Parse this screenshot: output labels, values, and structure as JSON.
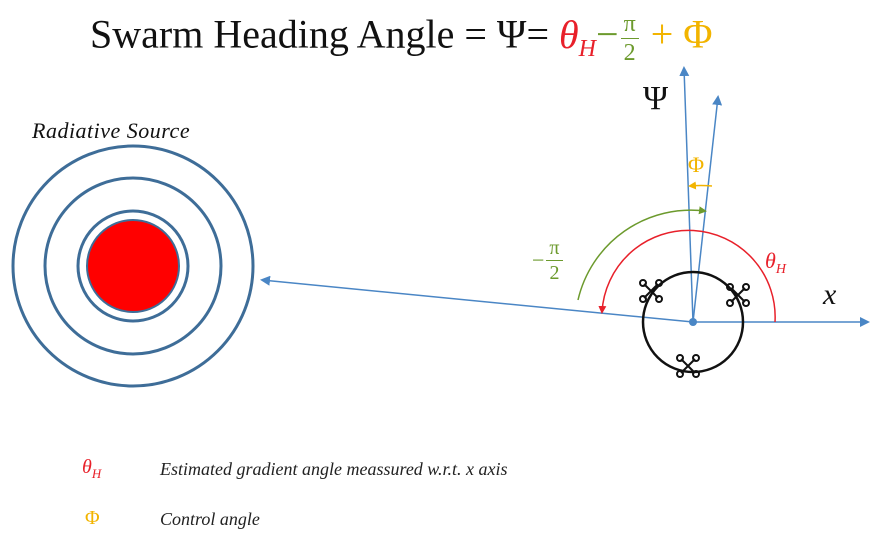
{
  "title": {
    "text": "Swarm Heading Angle = Ψ=",
    "theta": "θ",
    "theta_sub": "H",
    "minus": "−",
    "pi": "π",
    "two": "2",
    "plus_phi": "+ Φ"
  },
  "source_label": "Radiative Source",
  "axes": {
    "psi": "Ψ",
    "x": "x"
  },
  "angles": {
    "phi": "Φ",
    "theta": "θ",
    "theta_sub": "H",
    "neg_half_pi": {
      "minus": "−",
      "pi": "π",
      "two": "2"
    }
  },
  "legend": [
    {
      "symbol": "θ",
      "symbol_sub": "H",
      "text": "Estimated gradient angle meassured w.r.t. x axis"
    },
    {
      "symbol": "Φ",
      "text": "Control angle"
    }
  ],
  "colors": {
    "theta": "#e8202a",
    "half_pi": "#6c9a2d",
    "phi": "#f2b400",
    "arrows": "#4a86c5",
    "rings": "#3e6d98",
    "source_fill": "#ff0000"
  }
}
